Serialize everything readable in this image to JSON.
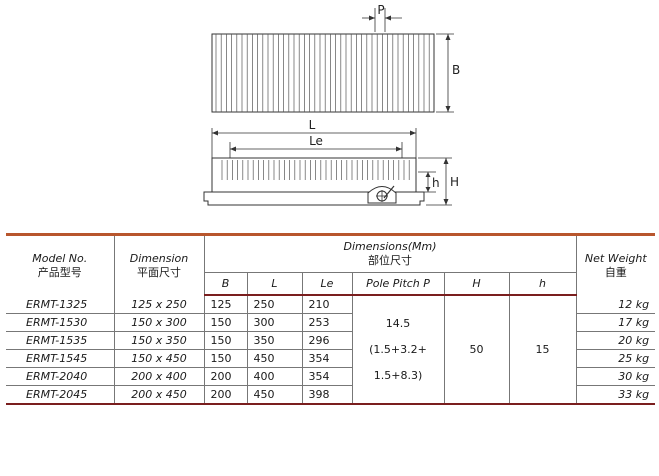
{
  "drawing": {
    "labels": {
      "p": "P",
      "b": "B",
      "l": "L",
      "le": "Le",
      "h_upper": "H",
      "h_lower": "h"
    }
  },
  "table": {
    "headers": {
      "model_en": "Model No.",
      "model_zh": "产品型号",
      "dimension_en": "Dimension",
      "dimension_zh": "平面尺寸",
      "dimensions_mm_en": "Dimensions(Mm)",
      "dimensions_mm_zh": "部位尺寸",
      "weight_en": "Net Weight",
      "weight_zh": "自重"
    },
    "subheaders": {
      "b": "B",
      "l": "L",
      "le": "Le",
      "pole_pitch": "Pole Pitch  P",
      "h_upper": "H",
      "h_lower": "h"
    },
    "rows": [
      {
        "model": "ERMT-1325",
        "dimension": "125 x 250",
        "b": "125",
        "l": "250",
        "le": "210",
        "weight": "12 kg"
      },
      {
        "model": "ERMT-1530",
        "dimension": "150 x 300",
        "b": "150",
        "l": "300",
        "le": "253",
        "weight": "17 kg"
      },
      {
        "model": "ERMT-1535",
        "dimension": "150 x 350",
        "b": "150",
        "l": "350",
        "le": "296",
        "weight": "20 kg"
      },
      {
        "model": "ERMT-1545",
        "dimension": "150 x 450",
        "b": "150",
        "l": "450",
        "le": "354",
        "weight": "25 kg"
      },
      {
        "model": "ERMT-2040",
        "dimension": "200 x 400",
        "b": "200",
        "l": "400",
        "le": "354",
        "weight": "30 kg"
      },
      {
        "model": "ERMT-2045",
        "dimension": "200 x 450",
        "b": "200",
        "l": "450",
        "le": "398",
        "weight": "33 kg"
      }
    ],
    "merged": {
      "pole_pitch_line1": "14.5",
      "pole_pitch_line2": "(1.5+3.2+",
      "pole_pitch_line3": "1.5+8.3)",
      "h_upper": "50",
      "h_lower": "15"
    }
  }
}
